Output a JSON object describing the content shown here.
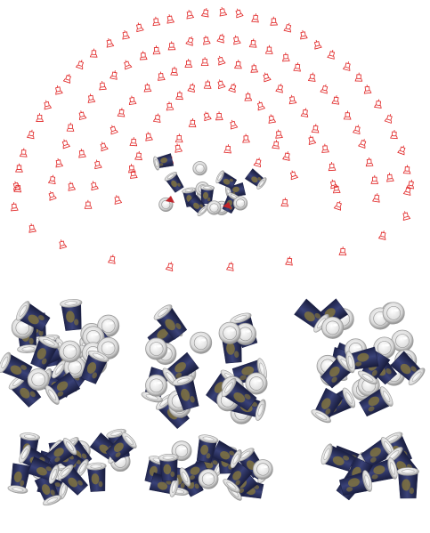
{
  "figure": {
    "description_visible_text": "",
    "colors": {
      "camera_marker": "#e02020",
      "cup_body": "#2e3566",
      "cup_body_dark": "#1c2146",
      "cup_pattern": "#8a7a38",
      "cup_lid": "#e8e8e8",
      "cup_lid_shade": "#9a9a9a",
      "cup_accent_red": "#c0242a",
      "background": "#ffffff"
    },
    "panels": [
      {
        "id": "camera-overview",
        "kind": "camera-rig-with-scene"
      },
      {
        "id": "view-1",
        "kind": "rendered-view"
      },
      {
        "id": "view-2",
        "kind": "rendered-view"
      },
      {
        "id": "view-3",
        "kind": "rendered-view"
      },
      {
        "id": "view-4",
        "kind": "rendered-view"
      },
      {
        "id": "view-5",
        "kind": "rendered-view"
      },
      {
        "id": "view-6",
        "kind": "rendered-view"
      }
    ]
  }
}
